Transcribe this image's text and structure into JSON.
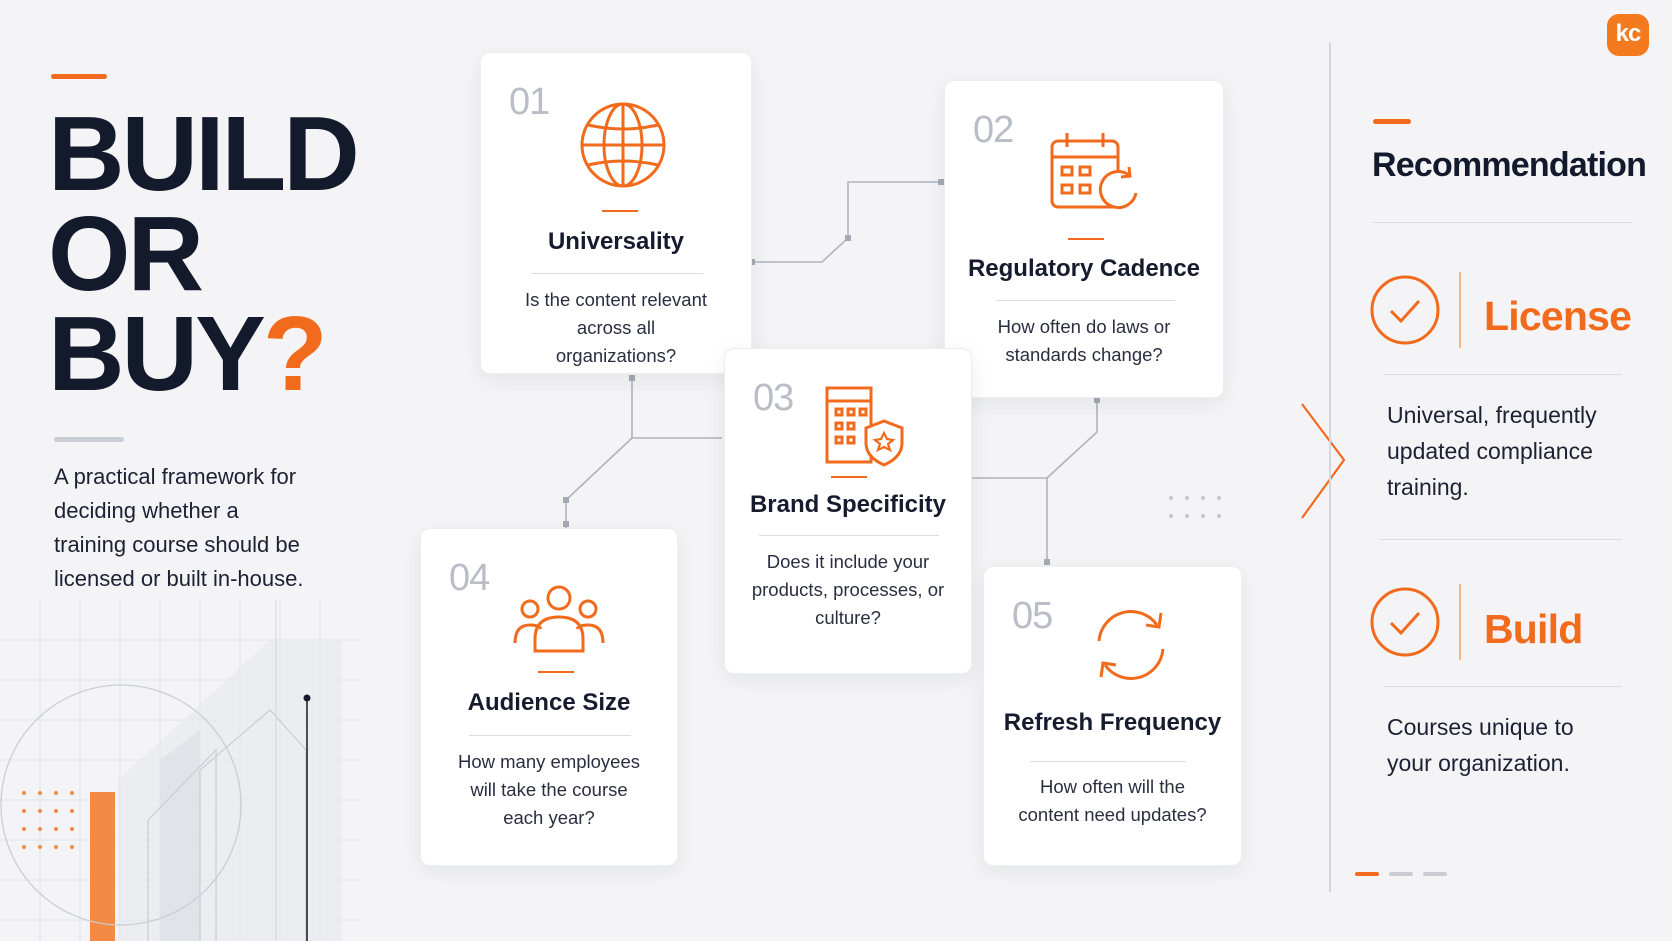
{
  "brand": {
    "logo_text": "kc",
    "accent": "#f26b1d",
    "ink": "#131a2c"
  },
  "hero": {
    "title_lines": [
      "BUILD",
      "OR",
      "BUY"
    ],
    "title_question_mark": "?",
    "subtitle": "A practical framework for deciding whether a training course should be licensed or built in-house."
  },
  "criteria": [
    {
      "number": "01",
      "icon": "globe-icon",
      "title": "Universality",
      "question": "Is the content relevant across all organizations?"
    },
    {
      "number": "02",
      "icon": "calendar-refresh-icon",
      "title": "Regulatory Cadence",
      "question": "How often do laws or standards change?"
    },
    {
      "number": "03",
      "icon": "building-shield-icon",
      "title": "Brand Specificity",
      "question": "Does it include your products, processes, or culture?"
    },
    {
      "number": "04",
      "icon": "audience-icon",
      "title": "Audience Size",
      "question": "How many employees will take the course each year?"
    },
    {
      "number": "05",
      "icon": "refresh-icon",
      "title": "Refresh Frequency",
      "question": "How often will the content need updates?"
    }
  ],
  "recommendation": {
    "title": "Recommendation",
    "options": [
      {
        "icon": "check-circle-icon",
        "label": "License",
        "description": "Universal, frequently updated compliance training."
      },
      {
        "icon": "check-circle-icon",
        "label": "Build",
        "description": "Courses unique to your organization."
      }
    ],
    "pager_active_index": 0,
    "pager_count": 3
  }
}
